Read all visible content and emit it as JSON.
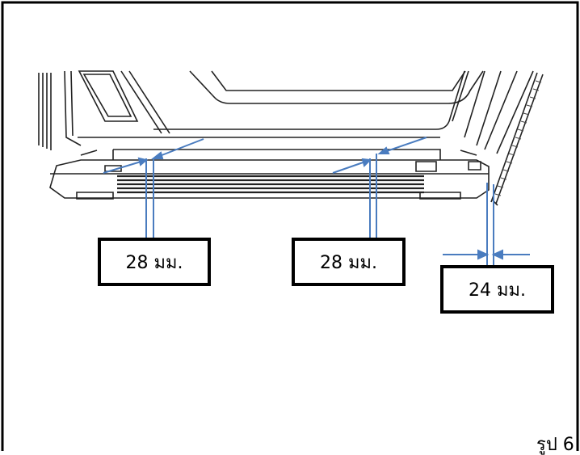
{
  "dimension_labels": [
    "28 มม.",
    "28 มม.",
    "24 มม."
  ],
  "caption": "รูป 6",
  "colors": {
    "dimension_line": "#4a7cbf",
    "outline": "#000000",
    "drawing_line": "#222222"
  }
}
